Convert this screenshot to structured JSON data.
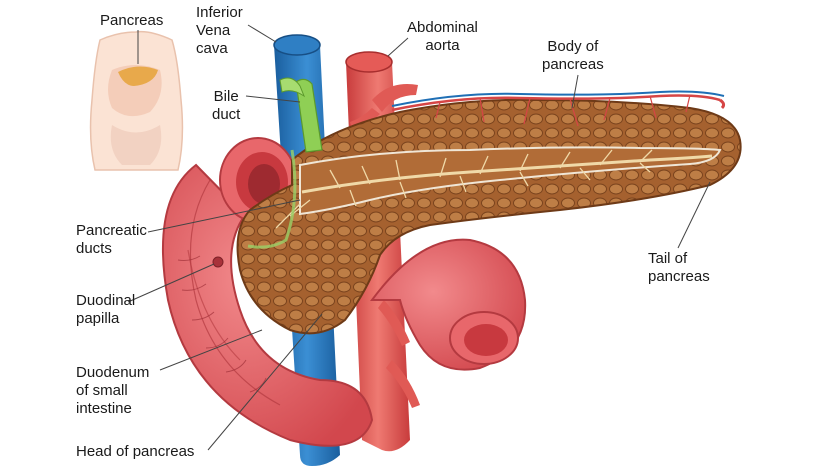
{
  "labels": {
    "pancreas": "Pancreas",
    "inferior_vena_cava": "Inferior\nVena\ncava",
    "abdominal_aorta": "Abdominal\naorta",
    "body_of_pancreas": "Body of\npancreas",
    "bile_duct": "Bile\nduct",
    "pancreatic_ducts": "Pancreatic\nducts",
    "duodinal_papilla": "Duodinal\npapilla",
    "duodenum": "Duodenum\nof small\nintestine",
    "head_of_pancreas": "Head of pancreas",
    "tail_of_pancreas": "Tail of\npancreas"
  },
  "colors": {
    "pancreas_tissue": "#9c5a2c",
    "pancreas_lobule": "#b8763f",
    "duodenum": "#e8676b",
    "duodenum_inner": "#c8393f",
    "vena_cava": "#1f6fb5",
    "aorta": "#e05050",
    "bile_duct": "#8fcf55",
    "duct_tree": "#f0d9a8",
    "leader_line": "#444444"
  }
}
